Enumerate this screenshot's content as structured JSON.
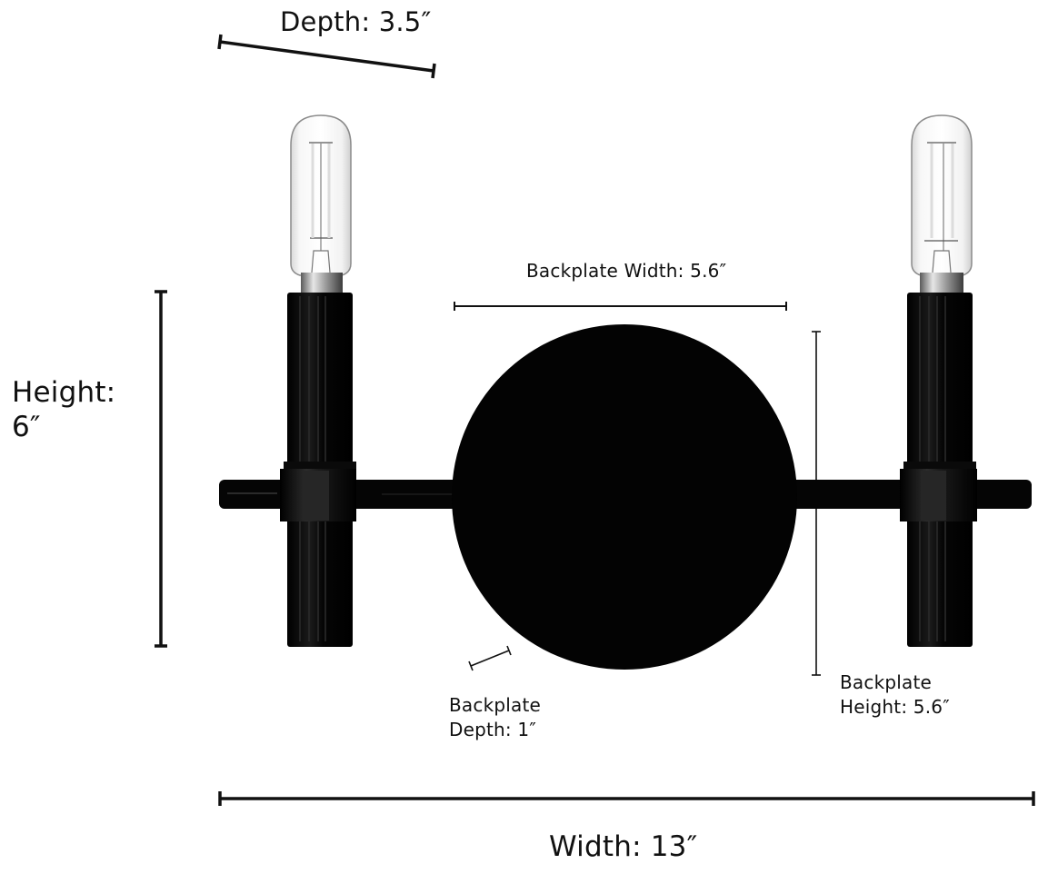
{
  "diagram": {
    "subject": "Two-light wall sconce with round backplate",
    "colors": {
      "background": "#ffffff",
      "ink": "#111111",
      "fixture": "#050505",
      "fixture_highlight": "#3a3a3a",
      "bulb_glass": "#f4f4f4",
      "bulb_outline": "#7a7a7a",
      "socket_metal": "#bdbdbd"
    },
    "dimensions": {
      "depth": {
        "label": "Depth: 3.5″"
      },
      "height": {
        "label_line1": "Height:",
        "label_line2": "6″"
      },
      "backplate_width": {
        "label": "Backplate Width: 5.6″"
      },
      "backplate_depth": {
        "label_line1": "Backplate",
        "label_line2": "Depth: 1″"
      },
      "backplate_height": {
        "label_line1": "Backplate",
        "label_line2": "Height: 5.6″"
      },
      "width": {
        "label": "Width: 13″"
      }
    }
  }
}
